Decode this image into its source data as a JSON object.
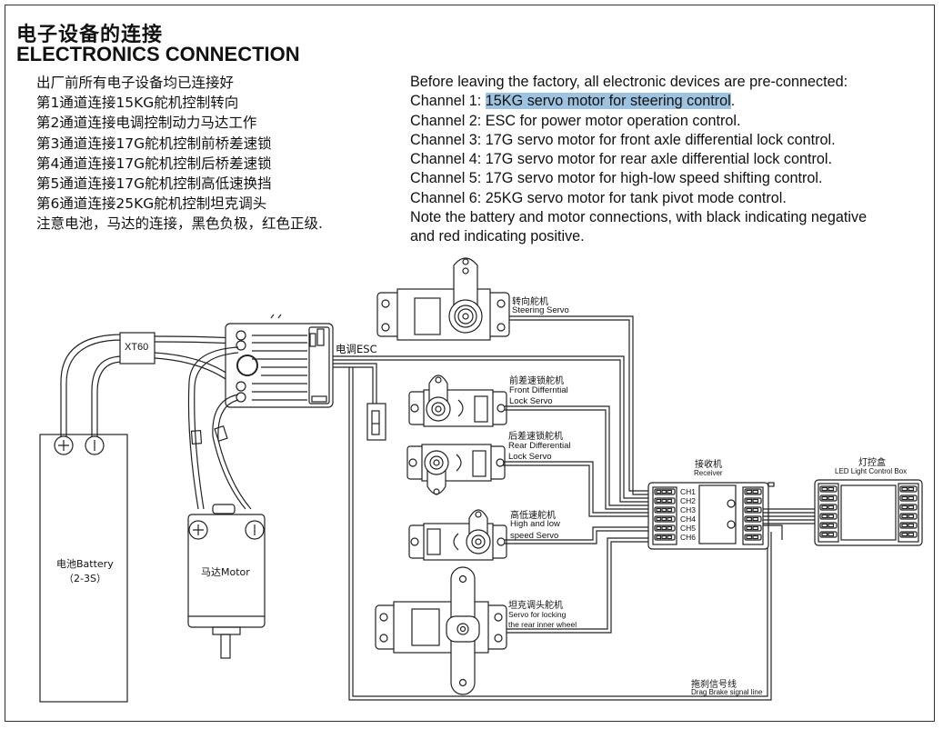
{
  "header": {
    "title_cn": "电子设备的连接",
    "title_en": "ELECTRONICS CONNECTION"
  },
  "instructions_cn": [
    "出厂前所有电子设备均已连接好",
    "第1通道连接15KG舵机控制转向",
    "第2通道连接电调控制动力马达工作",
    "第3通道连接17G舵机控制前桥差速锁",
    "第4通道连接17G舵机控制后桥差速锁",
    "第5通道连接17G舵机控制高低速换挡",
    "第6通道连接25KG舵机控制坦克调头",
    "注意电池，马达的连接，黑色负极，红色正级."
  ],
  "instructions_en": {
    "intro": "Before leaving the factory, all electronic devices are pre-connected:",
    "channel1_prefix": "Channel 1: ",
    "channel1_highlight": "15KG servo motor for steering control",
    "channel1_suffix": ".",
    "channels": [
      "Channel 2: ESC for power motor operation control.",
      "Channel 3: 17G servo motor for front axle differential lock control.",
      "Channel 4: 17G servo motor for rear axle differential lock control.",
      "Channel 5: 17G servo motor for high-low speed shifting control.",
      "Channel 6: 25KG servo motor for tank pivot mode control."
    ],
    "note_line1": "Note the battery and motor connections, with black indicating negative",
    "note_line2": "and red indicating positive."
  },
  "highlight_color": "#9dc3e0",
  "diagram": {
    "connector": "XT60",
    "esc": "电调ESC",
    "battery": {
      "cn": "电池Battery",
      "spec": "（2-3S）",
      "plus": "+",
      "minus": "|"
    },
    "motor": {
      "label": "马达Motor"
    },
    "steering_servo": {
      "cn": "转向舵机",
      "en": "Steering Servo"
    },
    "front_diff_servo": {
      "cn": "前差速锁舵机",
      "en1": "Front Differntial",
      "en2": "Lock Servo"
    },
    "rear_diff_servo": {
      "cn": "后差速锁舵机",
      "en1": "Rear Differential",
      "en2": "Lock Servo"
    },
    "speed_servo": {
      "cn": "高低速舵机",
      "en1": "High and low",
      "en2": "speed Servo"
    },
    "tank_servo": {
      "cn": "坦克调头舵机",
      "en1": "Servo for locking",
      "en2": "the rear inner wheel"
    },
    "receiver": {
      "cn": "接收机",
      "en": "Receiver",
      "channels": [
        "CH1",
        "CH2",
        "CH3",
        "CH4",
        "CH5",
        "CH6"
      ]
    },
    "led_box": {
      "cn": "灯控盒",
      "en": "LED Light Control Box"
    },
    "drag_brake": {
      "cn": "拖刹信号线",
      "en": "Drag Brake signal line"
    }
  }
}
